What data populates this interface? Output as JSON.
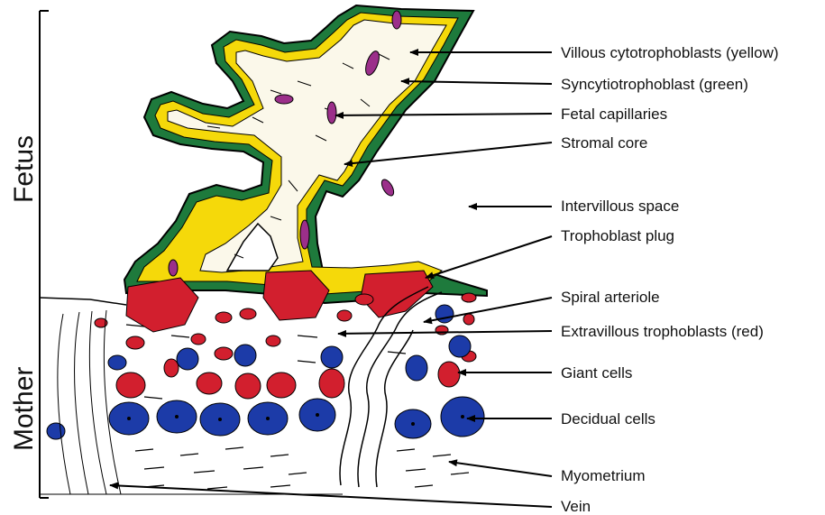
{
  "sides": {
    "fetus": "Fetus",
    "mother": "Mother"
  },
  "labels": {
    "villous_cytotrophoblasts": "Villous cytotrophoblasts (yellow)",
    "syncytiotrophoblast": "Syncytiotrophoblast (green)",
    "fetal_capillaries": "Fetal capillaries",
    "stromal_core": "Stromal core",
    "intervillous_space": "Intervillous space",
    "trophoblast_plug": "Trophoblast plug",
    "spiral_arteriole": "Spiral arteriole",
    "extravillous_trophoblasts": "Extravillous trophoblasts (red)",
    "giant_cells": "Giant cells",
    "decidual_cells": "Decidual cells",
    "myometrium": "Myometrium",
    "vein": "Vein"
  },
  "colors": {
    "syncytiotrophoblast": "#1e7a3c",
    "cytotrophoblast": "#f5d90a",
    "capillary": "#9b2f8a",
    "extravillous": "#d21f2e",
    "decidual": "#1c3ba8",
    "outline": "#000000"
  }
}
